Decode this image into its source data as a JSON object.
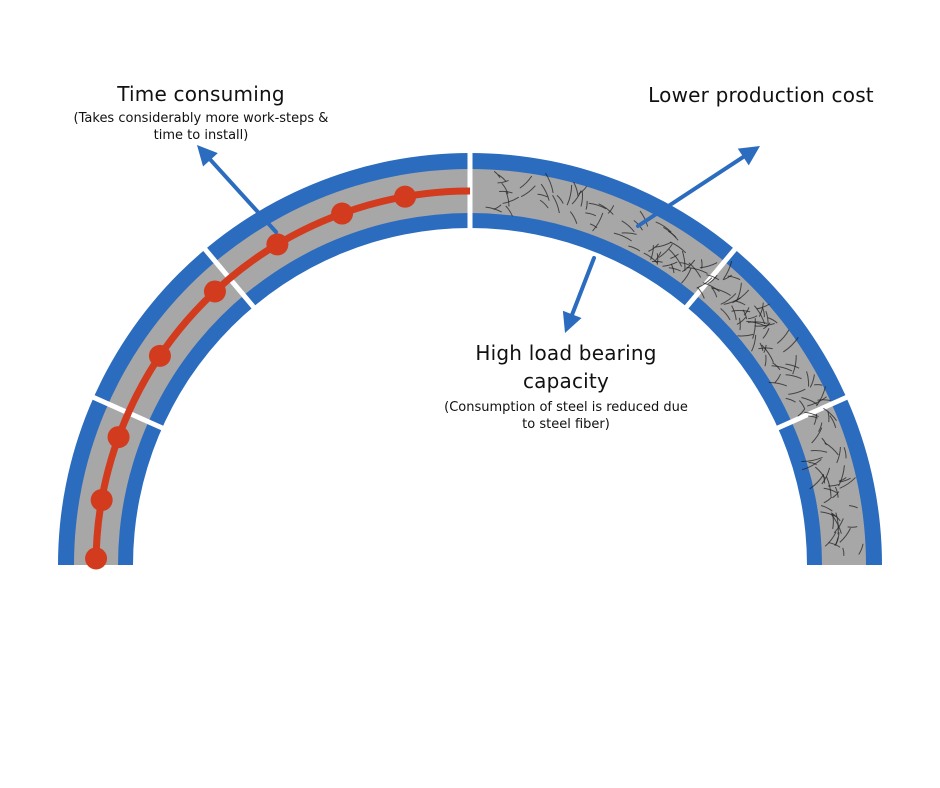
{
  "colors": {
    "shell": "#2b6cbf",
    "concrete": "#a7a7a7",
    "rebar": "#d23b1d",
    "arrow": "#2b6cbf",
    "fiber": "#222222",
    "background": "#ffffff"
  },
  "left_section": {
    "title": "Time consuming",
    "subtitle": "(Takes considerably more work-steps & time to install)"
  },
  "right_top": {
    "title": "Lower production cost"
  },
  "right_middle": {
    "title": "High load bearing capacity",
    "subtitle": "(Consumption of steel is reduced due to steel fiber)"
  }
}
